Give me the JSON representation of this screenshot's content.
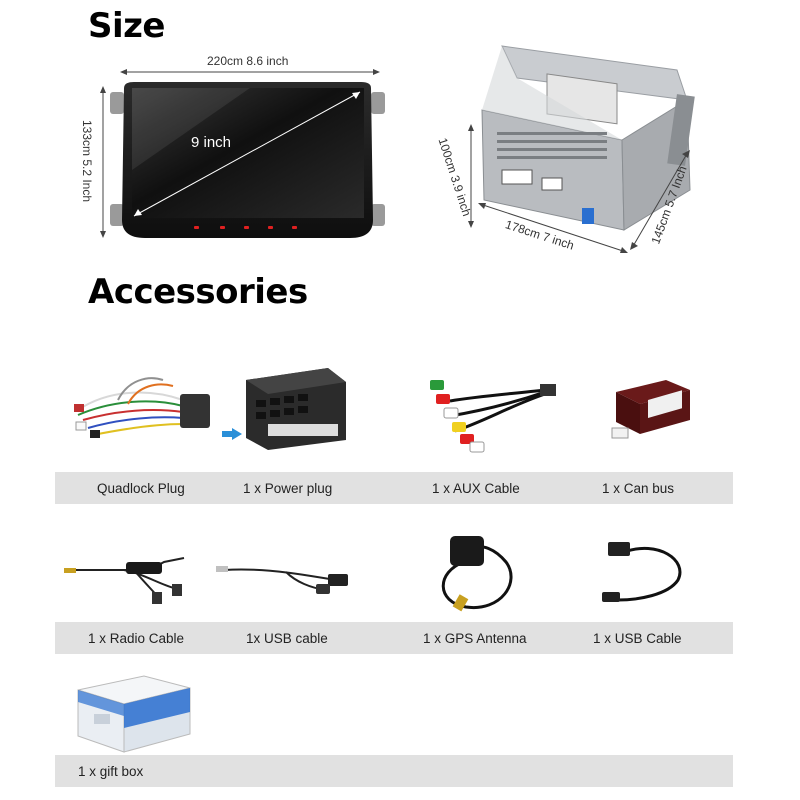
{
  "size_section": {
    "heading": "Size",
    "screen": {
      "width_label": "220cm 8.6 inch",
      "height_label": "133cm 5.2 Inch",
      "diagonal_label": "9 inch"
    },
    "unit": {
      "depth_label": "100cm 3.9 inch",
      "width_label": "178cm 7 inch",
      "height_label": "145cm 5.7 Inch"
    }
  },
  "accessories_section": {
    "heading": "Accessories",
    "row1": [
      "Quadlock Plug",
      "1 x Power plug",
      "1 x AUX Cable",
      "1 x Can bus"
    ],
    "row2": [
      "1 x Radio Cable",
      "1x USB cable",
      "1 x GPS Antenna",
      "1 x USB Cable"
    ],
    "row3": [
      "1 x gift box"
    ]
  },
  "colors": {
    "label_band": "#e1e1e1",
    "screen_frame": "#1a1a1a",
    "button_glow": "#e02020",
    "arrow_blue": "#2a8fd8"
  }
}
